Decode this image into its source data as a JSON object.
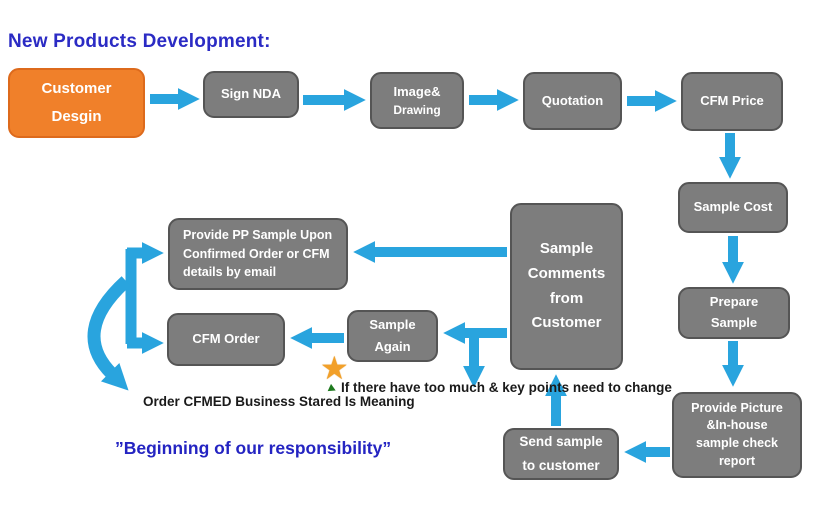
{
  "title": "New Products Development:",
  "colors": {
    "arrow_blue": "#29a4de",
    "title_blue": "#2b2bc4",
    "box_gray": "#7d7d7d",
    "box_gray_border": "#555555",
    "box_orange": "#f0802a",
    "box_orange_border": "#dd6a1c",
    "star_gold": "#f2a029",
    "note_text": "#1a1a1a"
  },
  "icons": {
    "star": "★"
  },
  "boxes": {
    "customer_design": {
      "lines": [
        "Customer",
        "Desgin"
      ]
    },
    "sign_nda": {
      "lines": [
        "Sign NDA"
      ]
    },
    "image_drawing": {
      "lines": [
        "Image&",
        "Drawing"
      ]
    },
    "quotation": {
      "lines": [
        "Quotation"
      ]
    },
    "cfm_price": {
      "lines": [
        "CFM Price"
      ]
    },
    "sample_cost": {
      "lines": [
        "Sample Cost"
      ]
    },
    "prepare_sample": {
      "lines": [
        "Prepare",
        "Sample"
      ]
    },
    "provide_picture": {
      "lines": [
        "Provide Picture",
        "&In-house",
        "sample check",
        "report"
      ]
    },
    "send_sample": {
      "lines": [
        "Send sample",
        "to customer"
      ]
    },
    "sample_comments": {
      "lines": [
        "Sample",
        "Comments",
        "from",
        "Customer"
      ]
    },
    "provide_pp_sample": {
      "lines": [
        "Provide PP Sample Upon",
        "Confirmed Order or CFM",
        "details by email"
      ]
    },
    "cfm_order": {
      "lines": [
        "CFM Order"
      ]
    },
    "sample_again": {
      "lines": [
        "Sample",
        "Again"
      ]
    }
  },
  "annotations": {
    "change_note": {
      "lines": [
        "If there have too much & key",
        "points need to change"
      ]
    },
    "order_note": {
      "lines": [
        "Order CFMED",
        "Business Stared Is  Meaning"
      ]
    },
    "responsibility": "”Beginning of our responsibility”"
  }
}
